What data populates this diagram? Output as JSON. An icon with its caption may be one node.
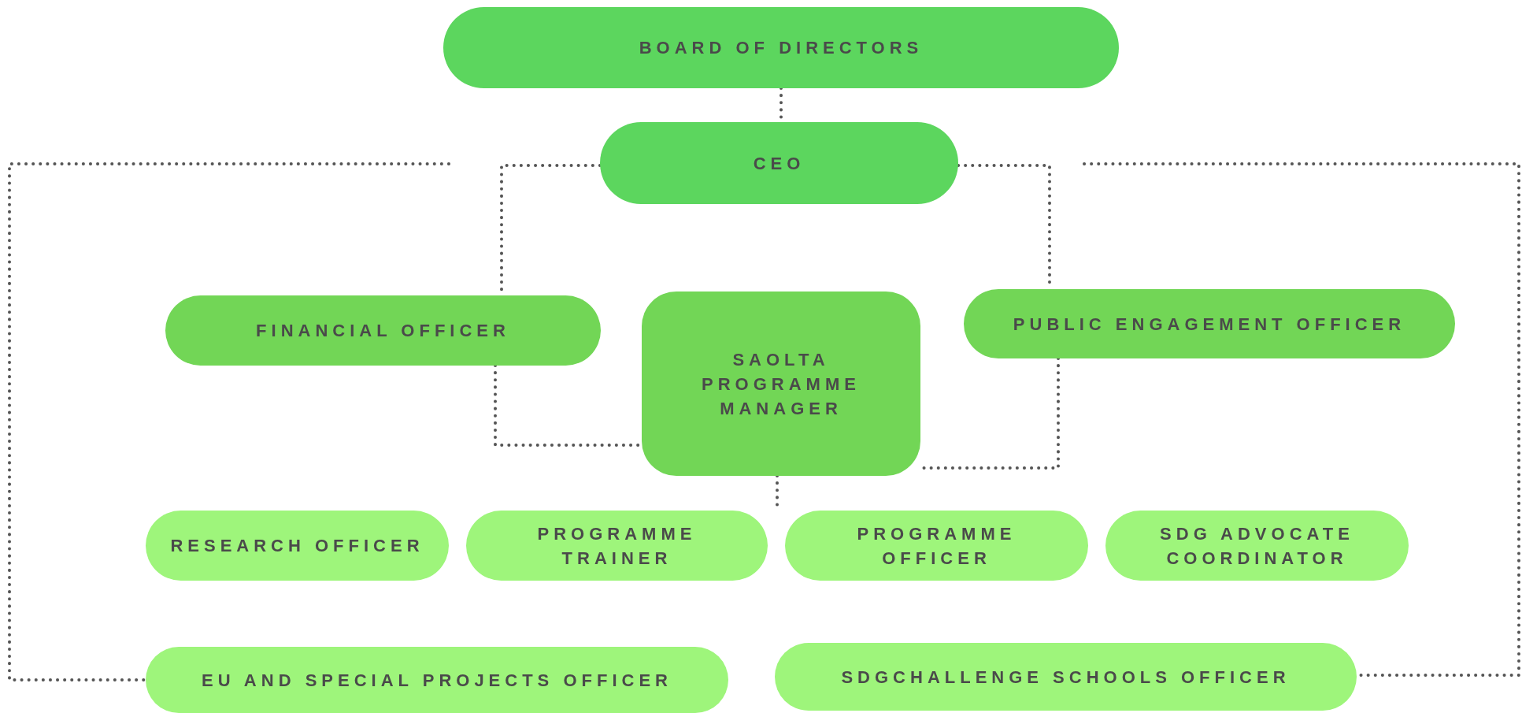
{
  "diagram": {
    "nodes": [
      {
        "text": [
          "BOARD OF DIRECTORS"
        ]
      },
      {
        "text": [
          "CEO"
        ]
      },
      {
        "text": [
          "FINANCIAL OFFICER"
        ]
      },
      {
        "text": [
          "SAOLTA PROGRAMME MANAGER"
        ]
      },
      {
        "text": [
          "PUBLIC ENGAGEMENT OFFICER"
        ]
      },
      {
        "text": [
          "RESEARCH OFFICER"
        ]
      },
      {
        "text": [
          "PROGRAMME TRAINER"
        ]
      },
      {
        "text": [
          "PROGRAMME OFFICER"
        ]
      },
      {
        "text": [
          "SDG ADVOCATE COORDINATOR"
        ]
      },
      {
        "text": [
          "EU AND SPECIAL PROJECTS OFFICER"
        ]
      },
      {
        "text": [
          "SDGCHALLENGE SCHOOLS OFFICER"
        ]
      }
    ],
    "edges": [
      {
        "from": 0,
        "to": 1,
        "arrow": "none"
      },
      {
        "from": 1,
        "to": 2,
        "arrow": "none"
      },
      {
        "from": 1,
        "to": 4,
        "arrow": "none"
      },
      {
        "from": 2,
        "to": 3,
        "arrow": "none"
      },
      {
        "from": 4,
        "to": 3,
        "arrow": "none"
      },
      {
        "from": 3,
        "to": 7,
        "arrow": "none"
      },
      {
        "from": null,
        "to": 9,
        "arrow": "none"
      },
      {
        "from": null,
        "to": 10,
        "arrow": "none"
      }
    ]
  }
}
